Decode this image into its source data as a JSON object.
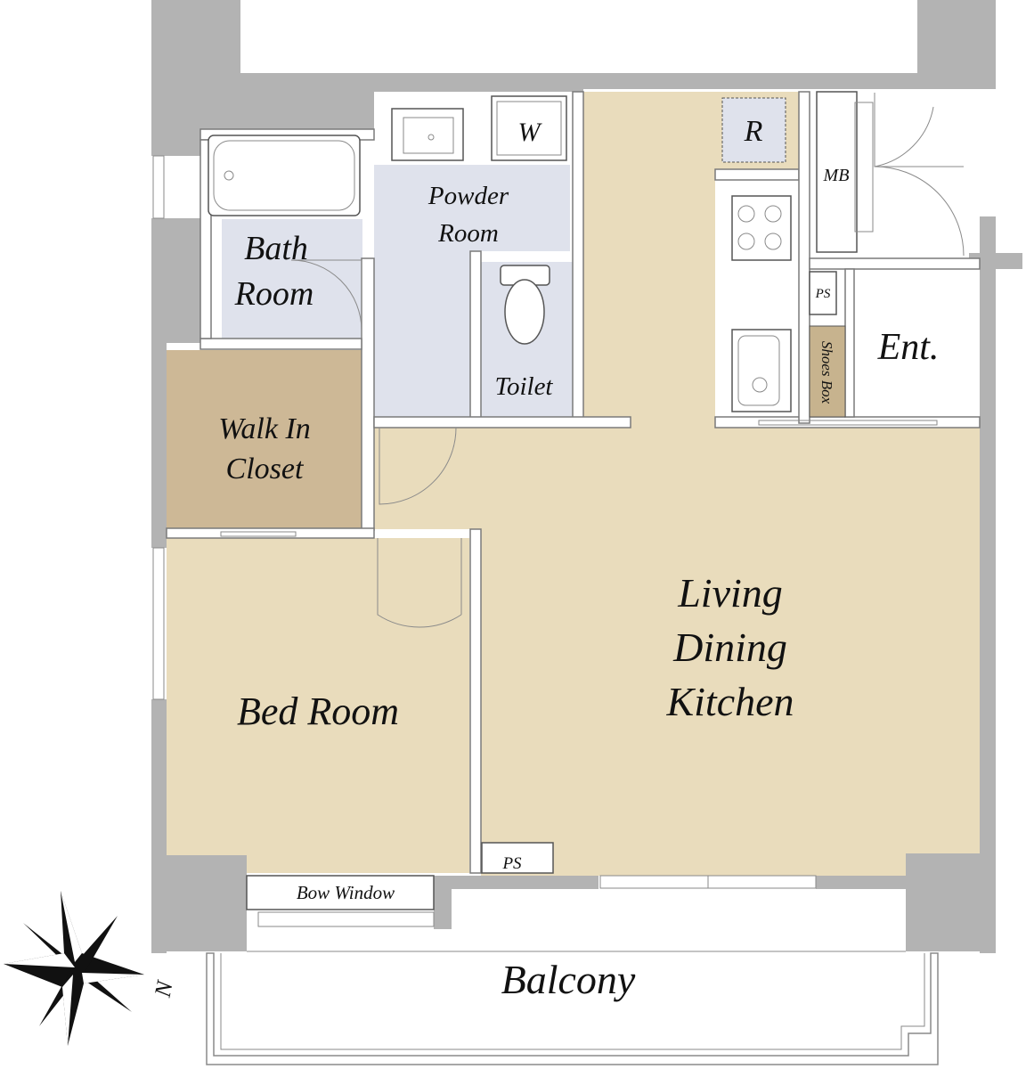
{
  "rooms": {
    "bath_room": [
      "Bath",
      "Room"
    ],
    "powder_room": [
      "Powder",
      "Room"
    ],
    "washer": "W",
    "refrigerator": "R",
    "meter_box": "MB",
    "toilet": "Toilet",
    "walk_in_closet": [
      "Walk In",
      "Closet"
    ],
    "entrance": "Ent.",
    "pipe_space_entrance": "PS",
    "shoes_box": "Shoes Box",
    "living_dining_kitchen": [
      "Living",
      "Dining",
      "Kitchen"
    ],
    "bed_room": "Bed Room",
    "pipe_space_living": "PS",
    "bow_window": "Bow Window",
    "balcony": "Balcony"
  },
  "compass": {
    "north_label": "N"
  },
  "colors": {
    "wall": "#b3b3b3",
    "living_floor": "#e9dcbc",
    "wet_area": "#dfe2ec",
    "closet": "#cdb896",
    "shoes_box": "#c7b38e",
    "outline": "#7a7a7a"
  }
}
